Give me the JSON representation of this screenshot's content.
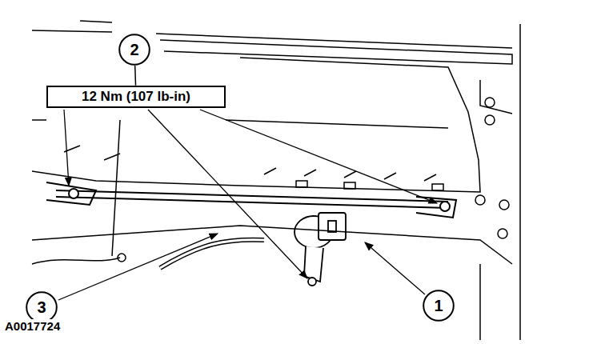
{
  "diagram": {
    "nodes": [
      {
        "text": [
          "2"
        ]
      },
      {
        "text": [
          "12 Nm (107 lb-in)"
        ]
      },
      {
        "text": [
          "3"
        ]
      },
      {
        "text": [
          "1"
        ]
      }
    ],
    "edges": [
      {
        "from": 0,
        "to": 1,
        "arrow": "none"
      }
    ],
    "labels": [
      "A0017724"
    ]
  }
}
